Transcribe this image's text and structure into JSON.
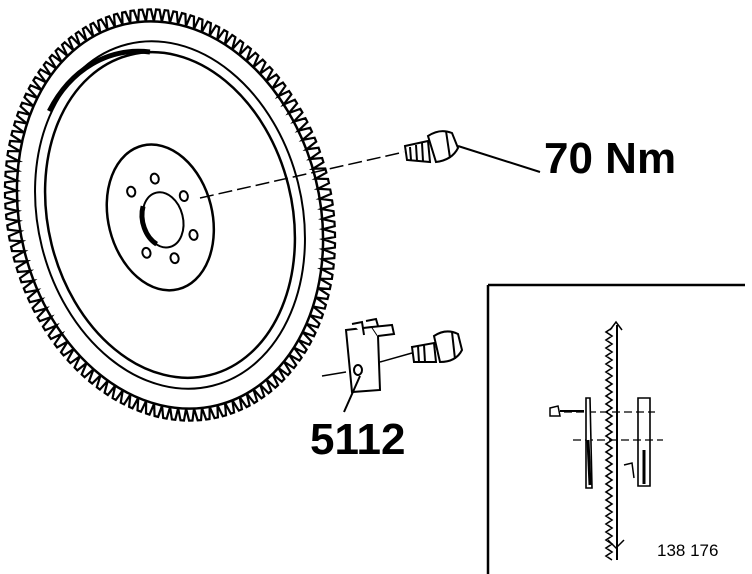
{
  "labels": {
    "torque": "70 Nm",
    "tool_number": "5112",
    "figure_number": "138 176"
  },
  "colors": {
    "ink": "#000000",
    "paper": "#ffffff"
  },
  "icons": {
    "flywheel": "flywheel-icon",
    "bolt": "bolt-icon",
    "locking_tool": "locking-tool-icon"
  }
}
